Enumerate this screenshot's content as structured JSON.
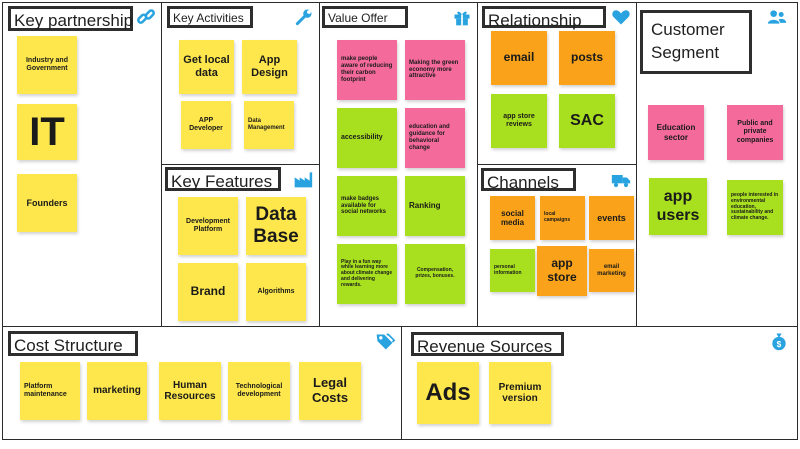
{
  "colors": {
    "yellow": "#fde74c",
    "pink": "#f46a9b",
    "green": "#a8e020",
    "orange": "#f9a21a",
    "icon_blue": "#29a3e0",
    "border": "#2b2b2b"
  },
  "key_partnership": {
    "title": "Key partnership",
    "icon": "link-icon",
    "notes": [
      "Industry and Government",
      "IT",
      "Founders"
    ]
  },
  "key_activities": {
    "title": "Key Activities",
    "icon": "wrench-icon",
    "notes": [
      "Get local data",
      "App Design",
      "APP Developer",
      "Data Management"
    ]
  },
  "key_features": {
    "title": "Key Features",
    "icon": "factory-icon",
    "notes": [
      "Development Platform",
      "Data Base",
      "Brand",
      "Algorithms"
    ]
  },
  "value_offer": {
    "title": "Value Offer",
    "icon": "gift-icon",
    "notes": [
      "make people aware of reducing their carbon footprint",
      "Making the green economy more attractive",
      "accessibility",
      "education and guidance for behavioral change",
      "make badges available for social networks",
      "Ranking",
      "Play in a fun way while learning more about climate change and delivering rewards.",
      "Compensation, prizes, bonuses."
    ]
  },
  "relationship": {
    "title": "Relationship",
    "icon": "heart-icon",
    "notes": [
      "email",
      "posts",
      "app store reviews",
      "SAC"
    ]
  },
  "channels": {
    "title": "Channels",
    "icon": "truck-icon",
    "notes": [
      "social media",
      "local campaigns",
      "events",
      "personal information",
      "app store",
      "email marketing"
    ]
  },
  "customer_segment": {
    "title": "Customer Segment",
    "icon": "users-icon",
    "notes": [
      "Education sector",
      "Public and private companies",
      "app users",
      "people interested in environmental education, sustainability and climate change."
    ]
  },
  "cost_structure": {
    "title": "Cost Structure",
    "icon": "tags-icon",
    "notes": [
      "Platform maintenance",
      "marketing",
      "Human Resources",
      "Technological development",
      "Legal Costs"
    ]
  },
  "revenue_sources": {
    "title": "Revenue Sources",
    "icon": "money-bag-icon",
    "notes": [
      "Ads",
      "Premium version"
    ]
  }
}
